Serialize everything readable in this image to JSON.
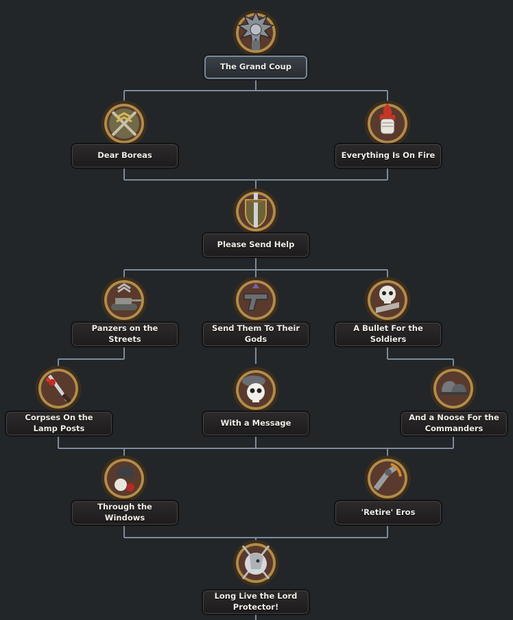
{
  "colors": {
    "background": "#232628",
    "connector": "#7b8c9d",
    "label_text": "#f1eee7"
  },
  "focuses": {
    "grand_coup": {
      "title": "The Grand Coup",
      "icon": "eagle-emblem-icon"
    },
    "dear_boreas": {
      "title": "Dear Boreas",
      "icon": "crossed-swords-icon"
    },
    "everything_on_fire": {
      "title": "Everything Is On Fire",
      "icon": "raised-fist-icon"
    },
    "please_send_help": {
      "title": "Please Send Help",
      "icon": "sword-shield-icon"
    },
    "panzers": {
      "title": "Panzers on the Streets",
      "icon": "tank-icon"
    },
    "send_them_to_gods": {
      "title": "Send Them To Their Gods",
      "icon": "pistol-icon"
    },
    "bullet_for_soldiers": {
      "title": "A Bullet For the Soldiers",
      "icon": "skull-icon"
    },
    "corpses_lamp_posts": {
      "title": "Corpses On the Lamp Posts",
      "icon": "bloody-dagger-icon"
    },
    "with_a_message": {
      "title": "With a Message",
      "icon": "skull-beret-icon"
    },
    "noose_commanders": {
      "title": "And a Noose For the Commanders",
      "icon": "helmets-icon"
    },
    "through_windows": {
      "title": "Through the Windows",
      "icon": "hooded-figure-icon"
    },
    "retire_eros": {
      "title": "'Retire' Eros",
      "icon": "mechanical-arm-icon"
    },
    "long_live_protector": {
      "title": "Long Live the Lord Protector!",
      "icon": "pony-portrait-icon"
    }
  }
}
